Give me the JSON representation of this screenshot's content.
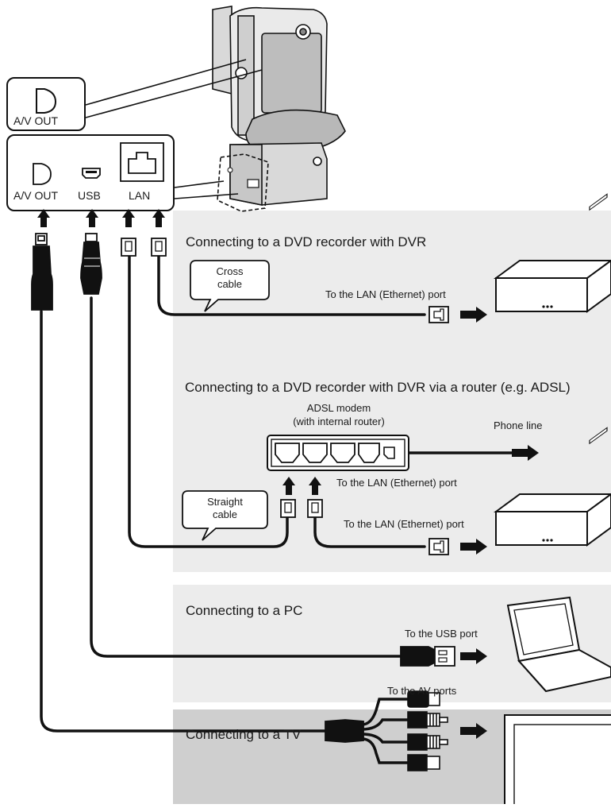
{
  "camera_ports": {
    "top_callout": "A/V OUT",
    "av_out": "A/V OUT",
    "usb": "USB",
    "lan": "LAN"
  },
  "sections": {
    "dvd_direct": {
      "title": "Connecting to a DVD recorder with DVR",
      "cable_label": "Cross\ncable",
      "port_label": "To the LAN (Ethernet) port"
    },
    "dvd_router": {
      "title": "Connecting to a DVD recorder with DVR via a router (e.g. ADSL)",
      "modem_label": "ADSL modem\n(with internal router)",
      "phone_label": "Phone line",
      "router_port_label": "To the LAN (Ethernet) port",
      "cable_label": "Straight\ncable",
      "port_label": "To the LAN (Ethernet) port"
    },
    "pc": {
      "title": "Connecting to a PC",
      "port_label": "To the USB port"
    },
    "tv": {
      "title": "Connecting to a TV",
      "port_label": "To the AV ports"
    }
  },
  "colors": {
    "panel_light": "#ececec",
    "panel_dark": "#cfcfcf",
    "line": "#111111"
  }
}
